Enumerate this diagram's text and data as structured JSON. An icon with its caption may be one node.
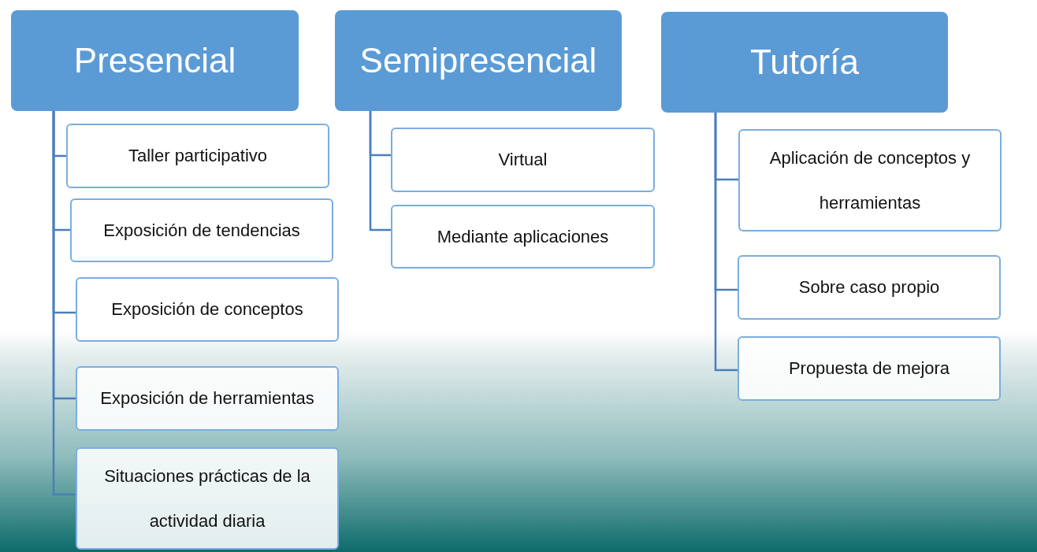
{
  "diagram": {
    "nodes": [
      {
        "text": [
          "Presencial"
        ]
      },
      {
        "text": [
          "Taller participativo"
        ]
      },
      {
        "text": [
          "Exposición de tendencias"
        ]
      },
      {
        "text": [
          "Exposición de conceptos"
        ]
      },
      {
        "text": [
          "Exposición de herramientas"
        ]
      },
      {
        "text": [
          "Situaciones prácticas de la actividad diaria"
        ]
      },
      {
        "text": [
          "Semipresencial"
        ]
      },
      {
        "text": [
          "Virtual"
        ]
      },
      {
        "text": [
          "Mediante  aplicaciones"
        ]
      },
      {
        "text": [
          "Tutoría"
        ]
      },
      {
        "text": [
          "Aplicación de conceptos y herramientas"
        ]
      },
      {
        "text": [
          "Sobre caso propio"
        ]
      },
      {
        "text": [
          "Propuesta de mejora"
        ]
      }
    ],
    "edges": [
      {
        "from": 0,
        "to": 1,
        "arrow": "none"
      },
      {
        "from": 0,
        "to": 2,
        "arrow": "none"
      },
      {
        "from": 0,
        "to": 3,
        "arrow": "none"
      },
      {
        "from": 0,
        "to": 4,
        "arrow": "none"
      },
      {
        "from": 0,
        "to": 5,
        "arrow": "none"
      },
      {
        "from": 6,
        "to": 7,
        "arrow": "none"
      },
      {
        "from": 6,
        "to": 8,
        "arrow": "none"
      },
      {
        "from": 9,
        "to": 10,
        "arrow": "none"
      },
      {
        "from": 9,
        "to": 11,
        "arrow": "none"
      },
      {
        "from": 9,
        "to": 12,
        "arrow": "none"
      }
    ]
  }
}
